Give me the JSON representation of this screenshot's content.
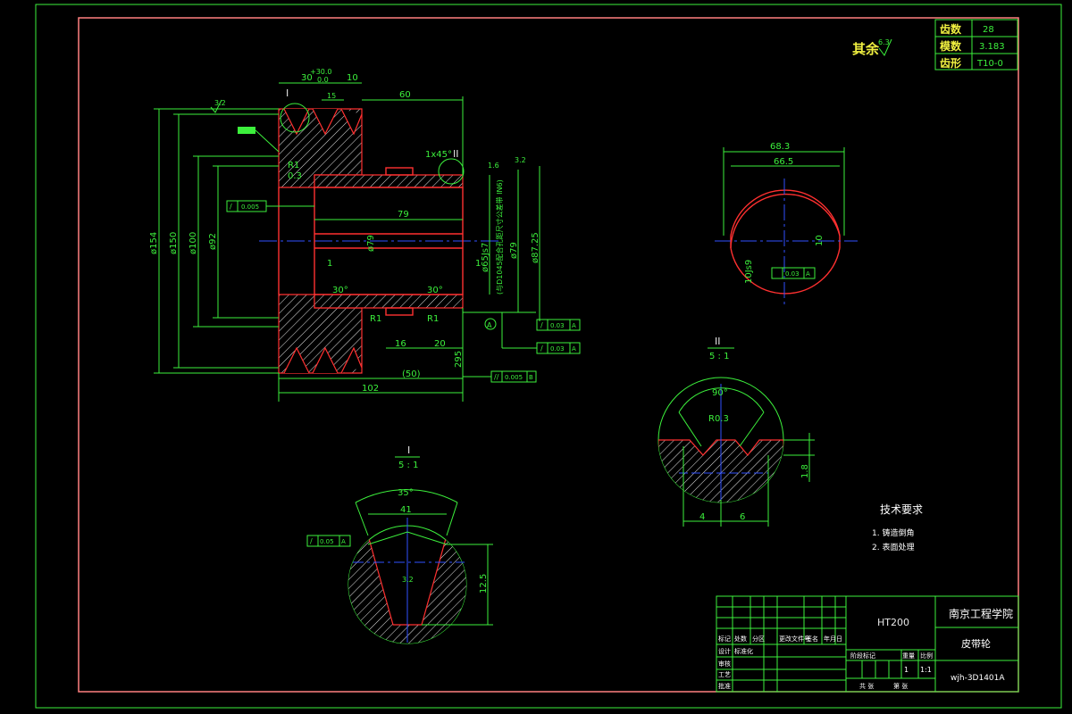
{
  "params_table": {
    "rows": [
      {
        "label": "齿数",
        "value": "28"
      },
      {
        "label": "模数",
        "value": "3.183"
      },
      {
        "label": "齿形",
        "value": "T10-0"
      }
    ]
  },
  "surface_finish": {
    "label": "其余",
    "value": "6.3"
  },
  "main_view": {
    "section_mark_I": "I",
    "section_mark_II": "II",
    "datum_A": "A",
    "dims": {
      "d30_tol": "30",
      "d30_upper": "+30.0",
      "d30_lower": "0.0",
      "d10_top": "10",
      "d15_top": "15",
      "d60": "60",
      "chamfer_1x45": "1x45°",
      "r1_top": "R1",
      "d0_3": "0.3",
      "d79": "79",
      "phi79": "ø79",
      "phi154": "ø154",
      "phi150": "ø150",
      "phi100": "ø100",
      "phi92": "ø92",
      "phi65": "ø65Js7",
      "phi79_fit": "ø79",
      "phi87": "ø87.25",
      "d1_left": "1",
      "d1_right": "1",
      "ang30_left": "30°",
      "ang30_right": "30°",
      "r1_bot": "R1",
      "r1_bot2": "R1",
      "d16": "16",
      "d20": "20",
      "d295": "295",
      "d50": "(50)",
      "d102": "102",
      "ra_top": "3.2",
      "ra_mid": "1.6",
      "ra_right": "3.2",
      "vert_note": "(与D1045配合孔距尺寸公差带 IN6)"
    },
    "tolerances": {
      "runout_left": "0.005",
      "runout_r1": "0.03",
      "runout_r2": "0.03",
      "parallel": "0.005",
      "datum_B": "B"
    }
  },
  "keyway_view": {
    "d68": "68.3",
    "d66": "66.5",
    "d10": "10",
    "js9": "10Js9",
    "sym_tol": "0.03"
  },
  "detail_II": {
    "title": "II",
    "scale": "5 : 1",
    "angle": "90°",
    "radius": "R0.3",
    "d4": "4",
    "d6": "6",
    "d18": "1.8"
  },
  "detail_I": {
    "title": "I",
    "scale": "5 : 1",
    "angle": "35°",
    "d41": "41",
    "d125": "12.5",
    "tol": "0.05",
    "ra": "3.2"
  },
  "tech_requirements": {
    "title": "技术要求",
    "items": [
      "1. 铸造倒角",
      "2. 表面处理"
    ]
  },
  "title_block": {
    "material": "HT200",
    "school": "南京工程学院",
    "part_name": "皮带轮",
    "drawing_no": "wjh-3D1401A",
    "quantity": "1",
    "scale": "1:1",
    "header_cells": [
      "标记",
      "处数",
      "分区",
      "更改文件号",
      "签名",
      "年月日"
    ],
    "roles": [
      "设计",
      "标准化",
      "审核",
      "工艺",
      "批准"
    ],
    "stage_labels": [
      "阶段标记",
      "重量",
      "比例"
    ],
    "footer_left": "共 张",
    "footer_right": "第 张"
  }
}
